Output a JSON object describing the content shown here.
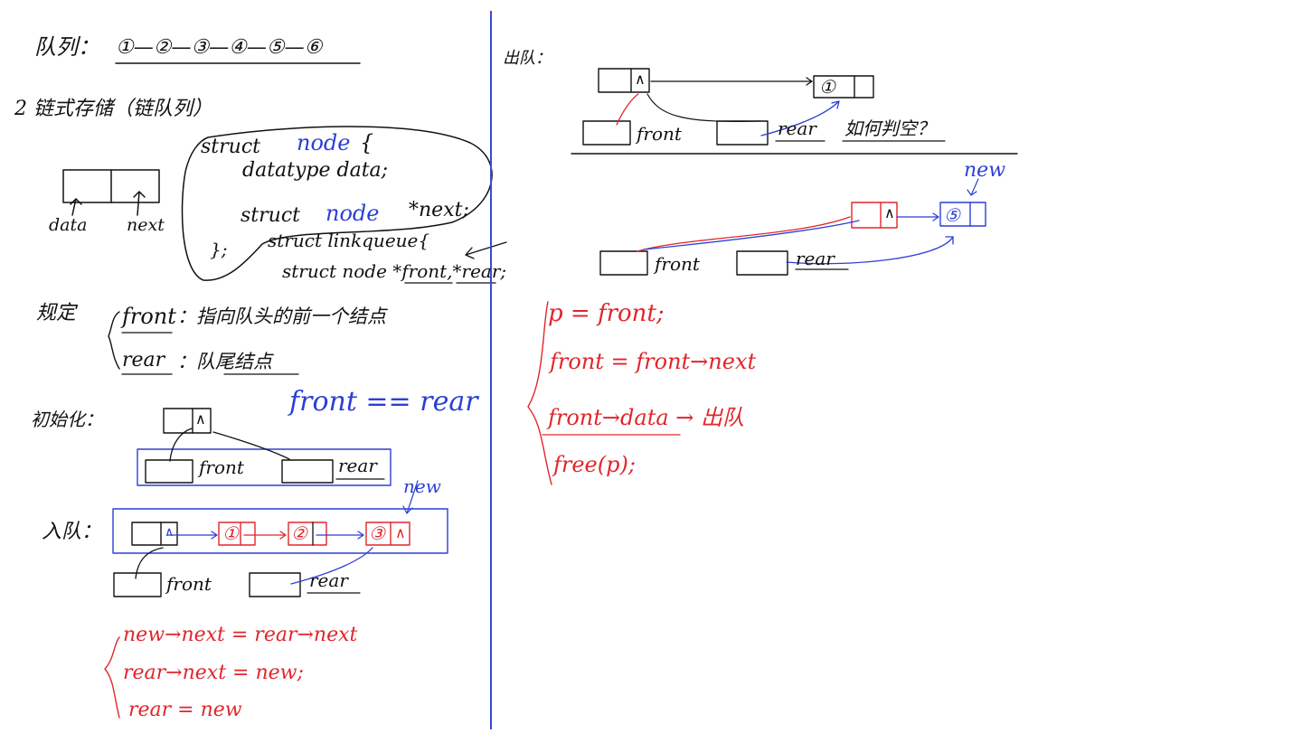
{
  "colors": {
    "ink": "#111111",
    "blue": "#2b3fd6",
    "red": "#e0262c"
  },
  "left": {
    "queue_label": "队列：",
    "queue_seq": "①—②—③—④—⑤—⑥",
    "chain_title": "2 链式存储（链队列）",
    "node_cell_data": "data",
    "node_cell_next": "next",
    "struct_node_kw": "struct",
    "struct_node_name": "node",
    "struct_brace": "{",
    "struct_field_data": "datatype data;",
    "struct_next_kw": "struct",
    "struct_next_name": "node",
    "struct_next_field": "*next;",
    "struct_end": "};",
    "linkqueue_decl": "struct linkqueue{",
    "linkqueue_field": "struct node *front,*rear;",
    "rule_label": "规定",
    "rule_front_name": "front",
    "rule_front_desc": "：指向队头的前一个结点",
    "rule_rear_name": "rear",
    "rule_rear_desc": "：队尾结点",
    "init_label": "初始化：",
    "init_caption": "front == rear",
    "init_null": "∧",
    "init_front": "front",
    "init_rear": "rear",
    "enqueue_label": "入队：",
    "enq_null_head": "∧",
    "enq_node1": "①",
    "enq_node2": "②",
    "enq_node3": "③",
    "enq_null_tail": "∧",
    "enq_new": "new",
    "enq_front": "front",
    "enq_rear": "rear",
    "enq_code": [
      "new→next = rear→next",
      "rear→next = new;",
      "rear = new"
    ]
  },
  "right": {
    "dequeue_label": "出队：",
    "deq1_null": "∧",
    "deq1_node": "①",
    "deq1_front": "front",
    "deq1_rear": "rear",
    "deq1_note": "如何判空？",
    "deq2_null": "∧",
    "deq2_node": "⑤",
    "deq2_new": "new",
    "deq2_front": "front",
    "deq2_rear": "rear",
    "deq_code": [
      "p = front;",
      "front = front→next",
      "front→data → 出队",
      "free(p);"
    ]
  }
}
